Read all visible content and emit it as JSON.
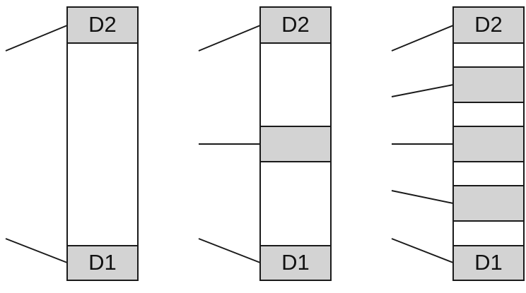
{
  "colors": {
    "outline": "#1a1a1a",
    "shaded_band": "#d3d3d3",
    "background": "#ffffff"
  },
  "columns": [
    {
      "name": "column-1",
      "top_label": "D2",
      "bottom_label": "D1",
      "inner_band_count": 0
    },
    {
      "name": "column-2",
      "top_label": "D2",
      "bottom_label": "D1",
      "inner_band_count": 1
    },
    {
      "name": "column-3",
      "top_label": "D2",
      "bottom_label": "D1",
      "inner_band_count": 3
    }
  ]
}
